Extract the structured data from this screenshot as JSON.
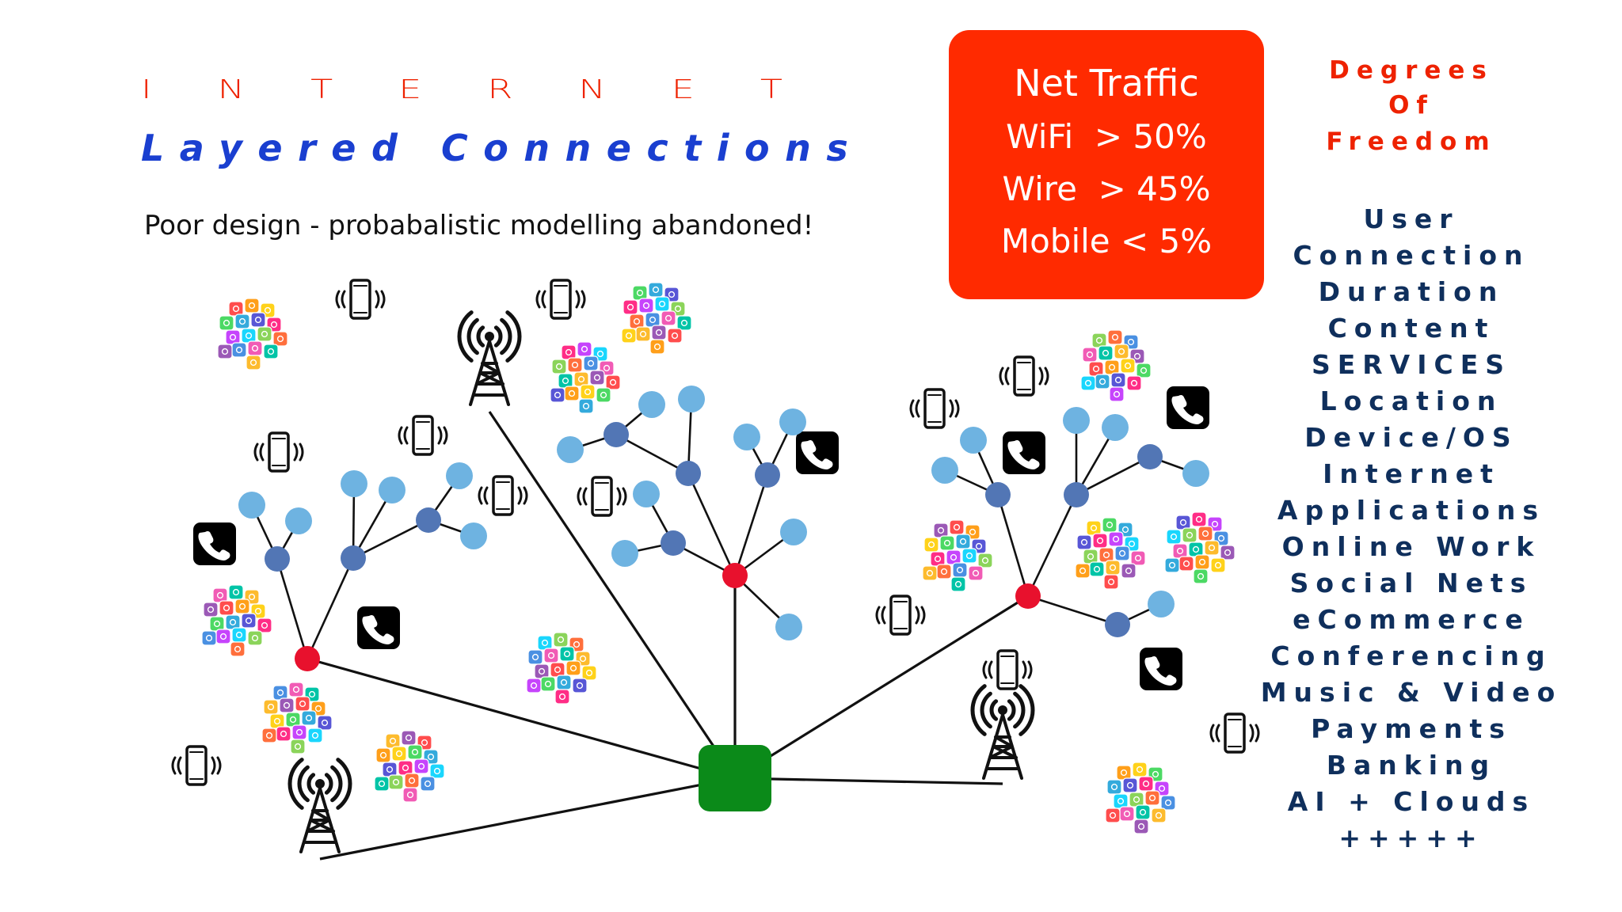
{
  "header": {
    "title": "INTERNET",
    "subtitle": "Layered Connections",
    "note": "Poor design - probabalistic modelling abandoned!"
  },
  "traffic": {
    "title": "Net Traffic",
    "rows": [
      "WiFi  > 50%",
      "Wire  > 45%",
      "Mobile < 5%"
    ]
  },
  "freedom": {
    "heading": [
      "Degrees",
      "Of",
      "Freedom"
    ],
    "items": [
      "User",
      "Connection",
      "Duration",
      "Content",
      "SERVICES",
      "Location",
      "Device/OS",
      "Internet",
      "Applications",
      "Online Work",
      "Social Nets",
      "eCommerce",
      "Conferencing",
      "Music & Video",
      "Payments",
      "Banking",
      "AI + Clouds",
      "+++++"
    ]
  },
  "colors": {
    "router": "#e8112d",
    "hub": "#0b8a19",
    "node_dark": "#5276b5",
    "node_light": "#6eb3e1",
    "traffic_box": "#ff2a00",
    "accent_red": "#ee2200",
    "title_blue": "#1a3fd0",
    "list_navy": "#0f2f5c"
  },
  "icons": {
    "tower": "cell-tower-icon",
    "phone": "phone-handset-icon",
    "mobile": "mobile-phone-icon",
    "apps": "app-cluster-icon"
  }
}
